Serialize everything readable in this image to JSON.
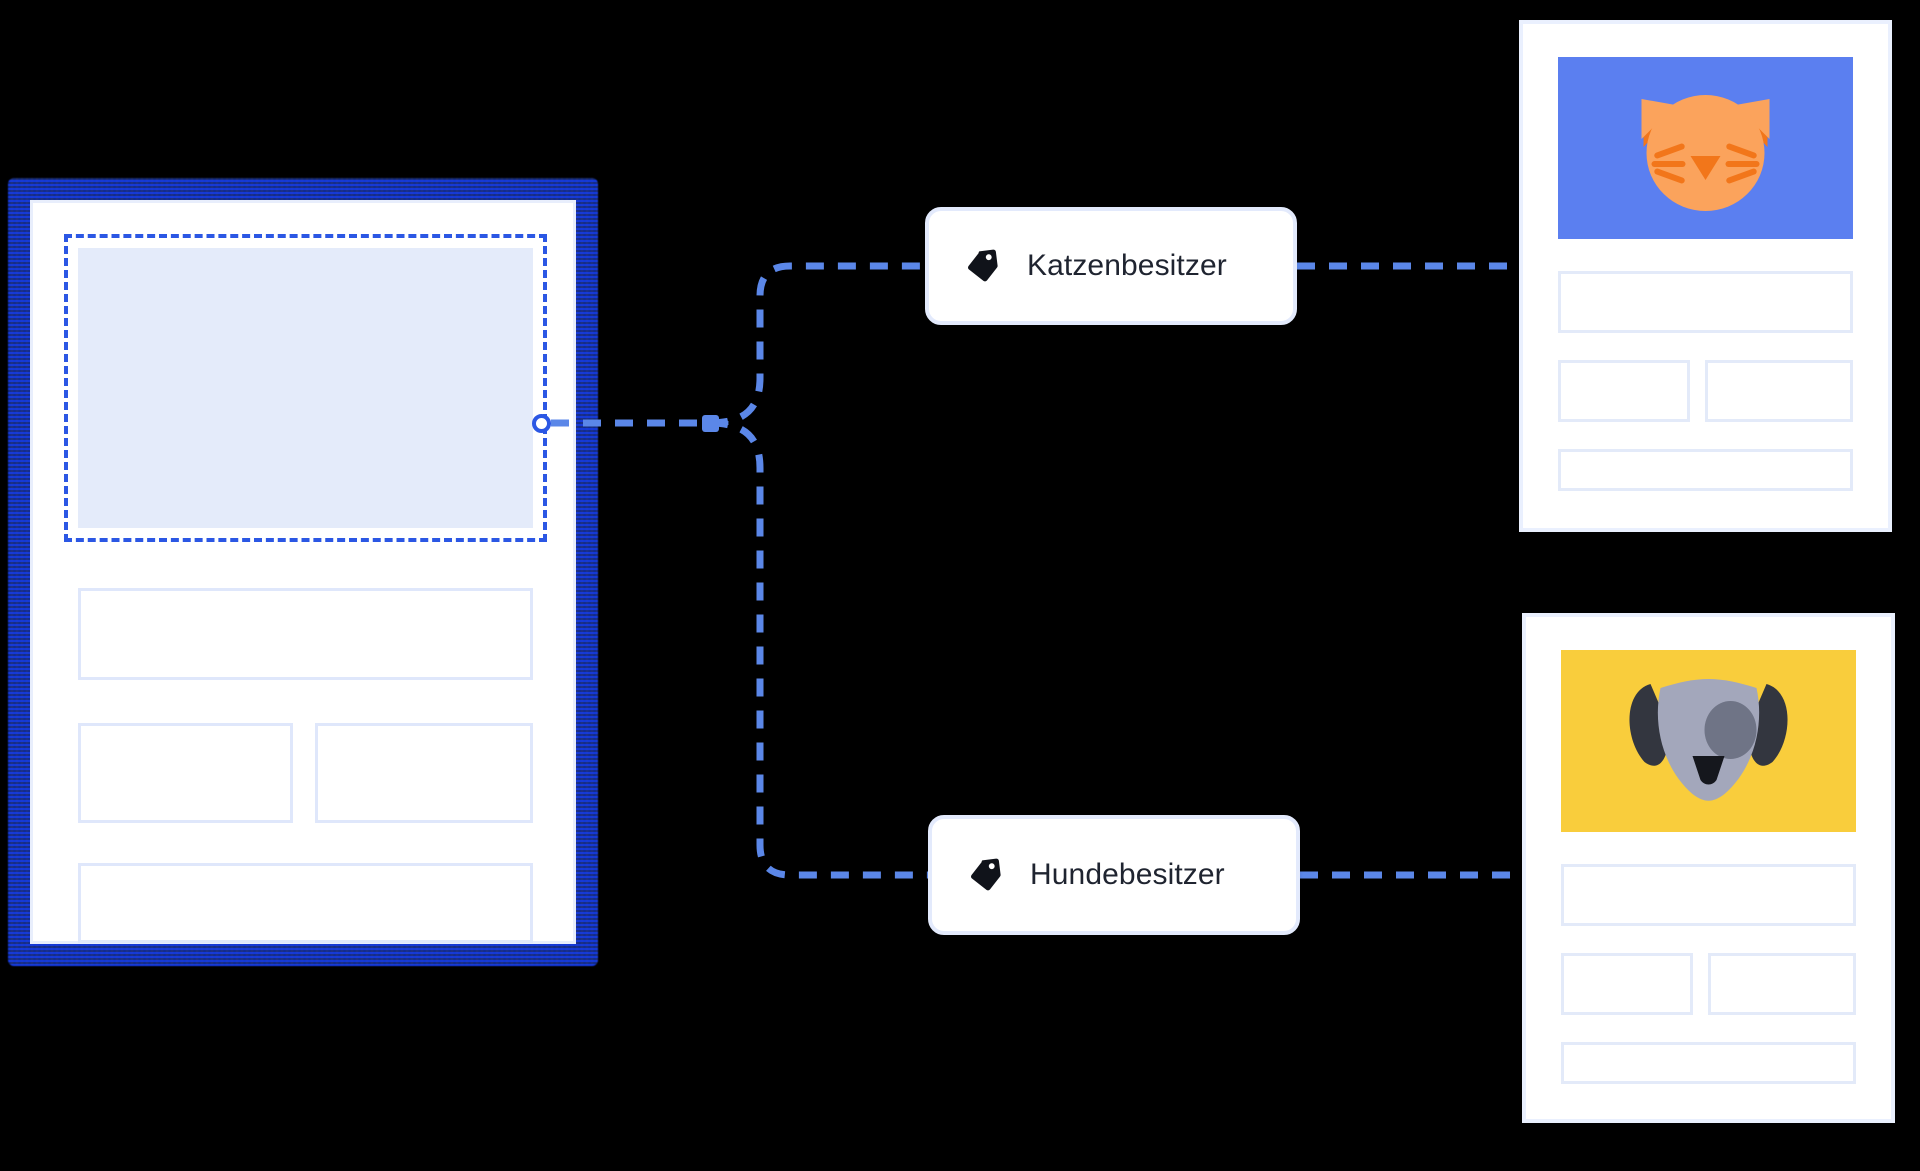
{
  "canvas": {
    "background": "#000000",
    "description": "Segmentation / personalization flow: one selected source block branches into two audience tags, each feeding a themed variant card."
  },
  "source_card": {
    "name": "source-block",
    "state": "selected",
    "selection_color": "#2b57e4",
    "selected_region_fill": "#e4ebfa",
    "placeholder_border": "#dfe7fb",
    "handle": {
      "name": "connector-handle",
      "color": "#2b57e4",
      "fill": "#ffffff"
    },
    "placeholders": [
      {
        "id": "hero",
        "label": ""
      },
      {
        "id": "row-1",
        "label": ""
      },
      {
        "id": "row-2-left",
        "label": ""
      },
      {
        "id": "row-2-right",
        "label": ""
      },
      {
        "id": "row-3",
        "label": ""
      }
    ]
  },
  "connector": {
    "style": "dashed",
    "color": "#5b87e8",
    "dash_pattern": "18 14",
    "stroke_width": 7,
    "branch_node_color": "#5b87e8",
    "branches": 2
  },
  "tags": [
    {
      "id": "tag-cat-owner",
      "label": "Katzenbesitzer",
      "icon": "tag-icon",
      "icon_color": "#10131a",
      "chip_background": "#ffffff",
      "chip_border": "#e3eafc"
    },
    {
      "id": "tag-dog-owner",
      "label": "Hundebesitzer",
      "icon": "tag-icon",
      "icon_color": "#10131a",
      "chip_background": "#ffffff",
      "chip_border": "#e3eafc"
    }
  ],
  "variant_cards": [
    {
      "id": "variant-cat",
      "banner_color": "#5b7ff0",
      "illustration": "cat-face-icon",
      "illustration_colors": {
        "face": "#fba35c",
        "detail": "#f2761a"
      },
      "placeholder_border": "#e3eaf9",
      "placeholders": [
        "row-1",
        "row-2-left",
        "row-2-right",
        "row-3"
      ]
    },
    {
      "id": "variant-dog",
      "banner_color": "#f9cd3c",
      "illustration": "dog-face-icon",
      "illustration_colors": {
        "face": "#a3a7bb",
        "ears": "#33363f",
        "patch": "#6f7486",
        "nose": "#15171d"
      },
      "placeholder_border": "#e3eaf9",
      "placeholders": [
        "row-1",
        "row-2-left",
        "row-2-right",
        "row-3"
      ]
    }
  ]
}
